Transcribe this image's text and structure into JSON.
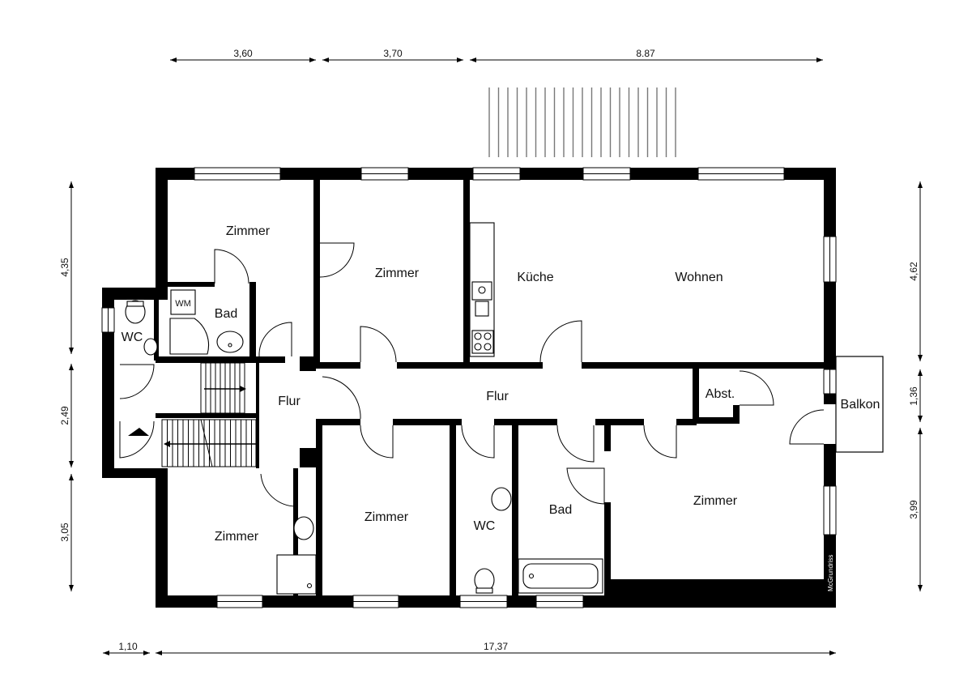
{
  "rooms": {
    "zimmer_nw": "Zimmer",
    "zimmer_n": "Zimmer",
    "kueche": "Küche",
    "wohnen": "Wohnen",
    "bad_nw": "Bad",
    "wc_w": "WC",
    "flur_w": "Flur",
    "flur_c": "Flur",
    "abst": "Abst.",
    "balkon": "Balkon",
    "zimmer_sw": "Zimmer",
    "zimmer_s": "Zimmer",
    "wc_s": "WC",
    "bad_s": "Bad",
    "zimmer_se": "Zimmer"
  },
  "fixtures": {
    "washing_machine": "WM"
  },
  "dimensions": {
    "top": [
      "3,60",
      "3,70",
      "8.87"
    ],
    "left": [
      "4,35",
      "2,49",
      "3,05"
    ],
    "right": [
      "4,62",
      "1,36",
      "3,99"
    ],
    "bottom": [
      "1,10",
      "17,37"
    ]
  },
  "watermark": "McGrundriss"
}
